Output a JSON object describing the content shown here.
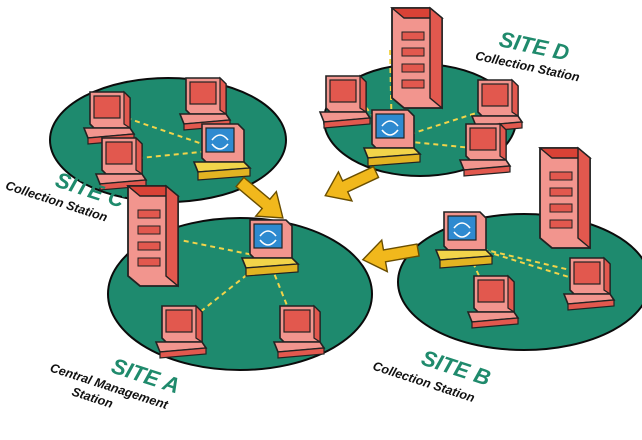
{
  "sites": [
    {
      "id": "a",
      "name": "SITE A",
      "role_lines": [
        "Central Management",
        "Station"
      ]
    },
    {
      "id": "b",
      "name": "SITE B",
      "role_lines": [
        "Collection Station"
      ]
    },
    {
      "id": "c",
      "name": "SITE C",
      "role_lines": [
        "Collection Station"
      ]
    },
    {
      "id": "d",
      "name": "SITE D",
      "role_lines": [
        "Collection Station"
      ]
    }
  ],
  "colors": {
    "network_disc": "#1e8a6e",
    "disc_outline": "#0b0b0b",
    "title_green": "#1f8a6c",
    "computer_body": "#f2958e",
    "computer_shade": "#e2584e",
    "server_top": "#d94236",
    "link_dash": "#f2d44a",
    "arrow": "#f1b81c",
    "screen": "#2e8ad0"
  },
  "icons": [
    "server-icon",
    "workstation-icon",
    "management-console-icon",
    "data-flow-arrow-icon"
  ]
}
